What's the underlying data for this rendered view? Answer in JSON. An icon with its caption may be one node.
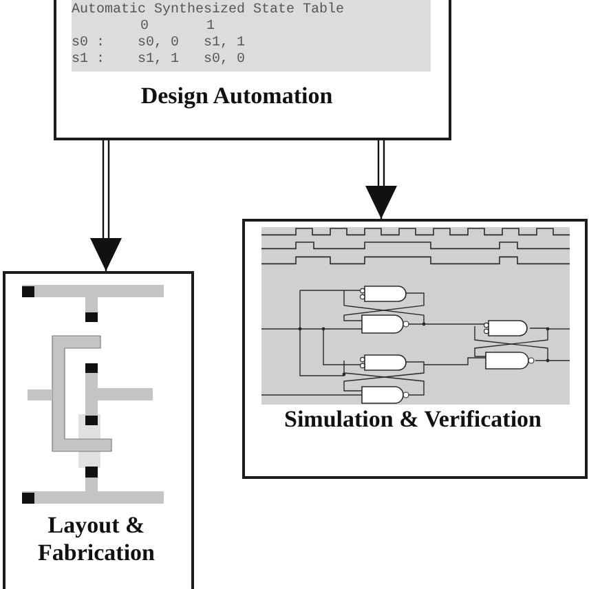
{
  "diagram": {
    "nodes": [
      {
        "text": [
          "Design Automation"
        ]
      },
      {
        "text": [
          "Automatic Synthesized State Table"
        ],
        "in": 0
      },
      {
        "text": [
          "Layout & Fabrication"
        ]
      },
      {
        "text": [
          "Simulation & Verification"
        ]
      }
    ],
    "edges": [
      {
        "from": 0,
        "to": 2,
        "arrow": "to"
      },
      {
        "from": 0,
        "to": 3,
        "arrow": "to"
      }
    ],
    "labels": [
      "0",
      "1",
      "s0 :",
      "s0, 0",
      "s1, 1",
      "s1 :",
      "s1, 1",
      "s0, 0"
    ]
  }
}
